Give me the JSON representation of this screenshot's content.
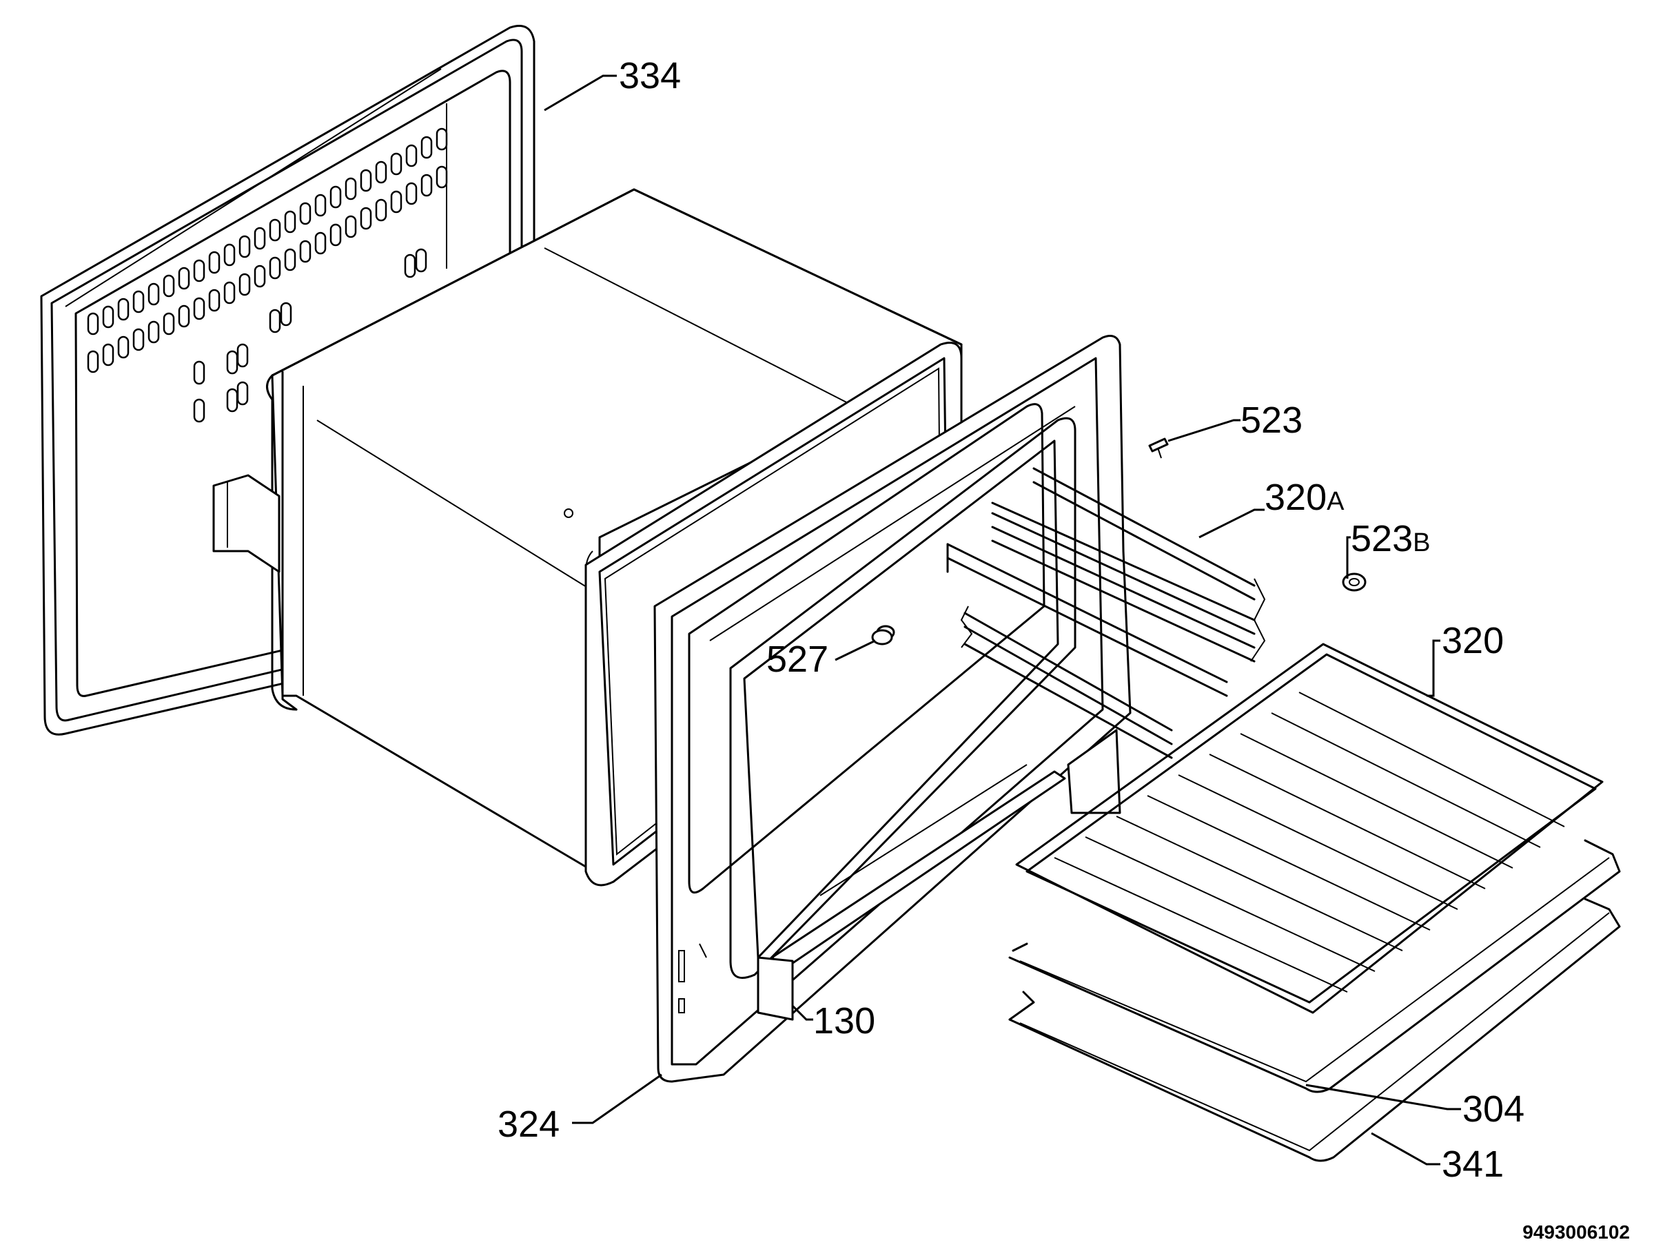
{
  "callouts": {
    "c334": "334",
    "c523": "523",
    "c320A_num": "320",
    "c320A_suffix": "A",
    "c523B_num": "523",
    "c523B_suffix": "B",
    "c527": "527",
    "c320": "320",
    "c130": "130",
    "c324": "324",
    "c304": "304",
    "c341": "341"
  },
  "document_number": "9493006102"
}
